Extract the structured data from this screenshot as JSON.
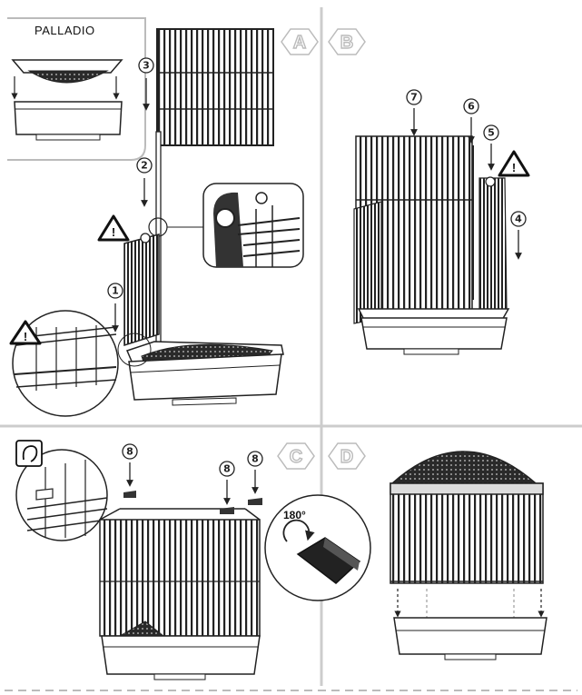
{
  "brand": "PALLADIO",
  "panels": {
    "a": "A",
    "b": "B",
    "c": "C",
    "d": "D"
  },
  "steps": {
    "s1": "1",
    "s2": "2",
    "s3": "3",
    "s4": "4",
    "s5": "5",
    "s6": "6",
    "s7": "7",
    "s8": "8"
  },
  "rotation": "180°",
  "warning_glyph": "!",
  "colors": {
    "line": "#222222",
    "divider": "#cccccc",
    "panel_letter": "#bbbbbb"
  }
}
